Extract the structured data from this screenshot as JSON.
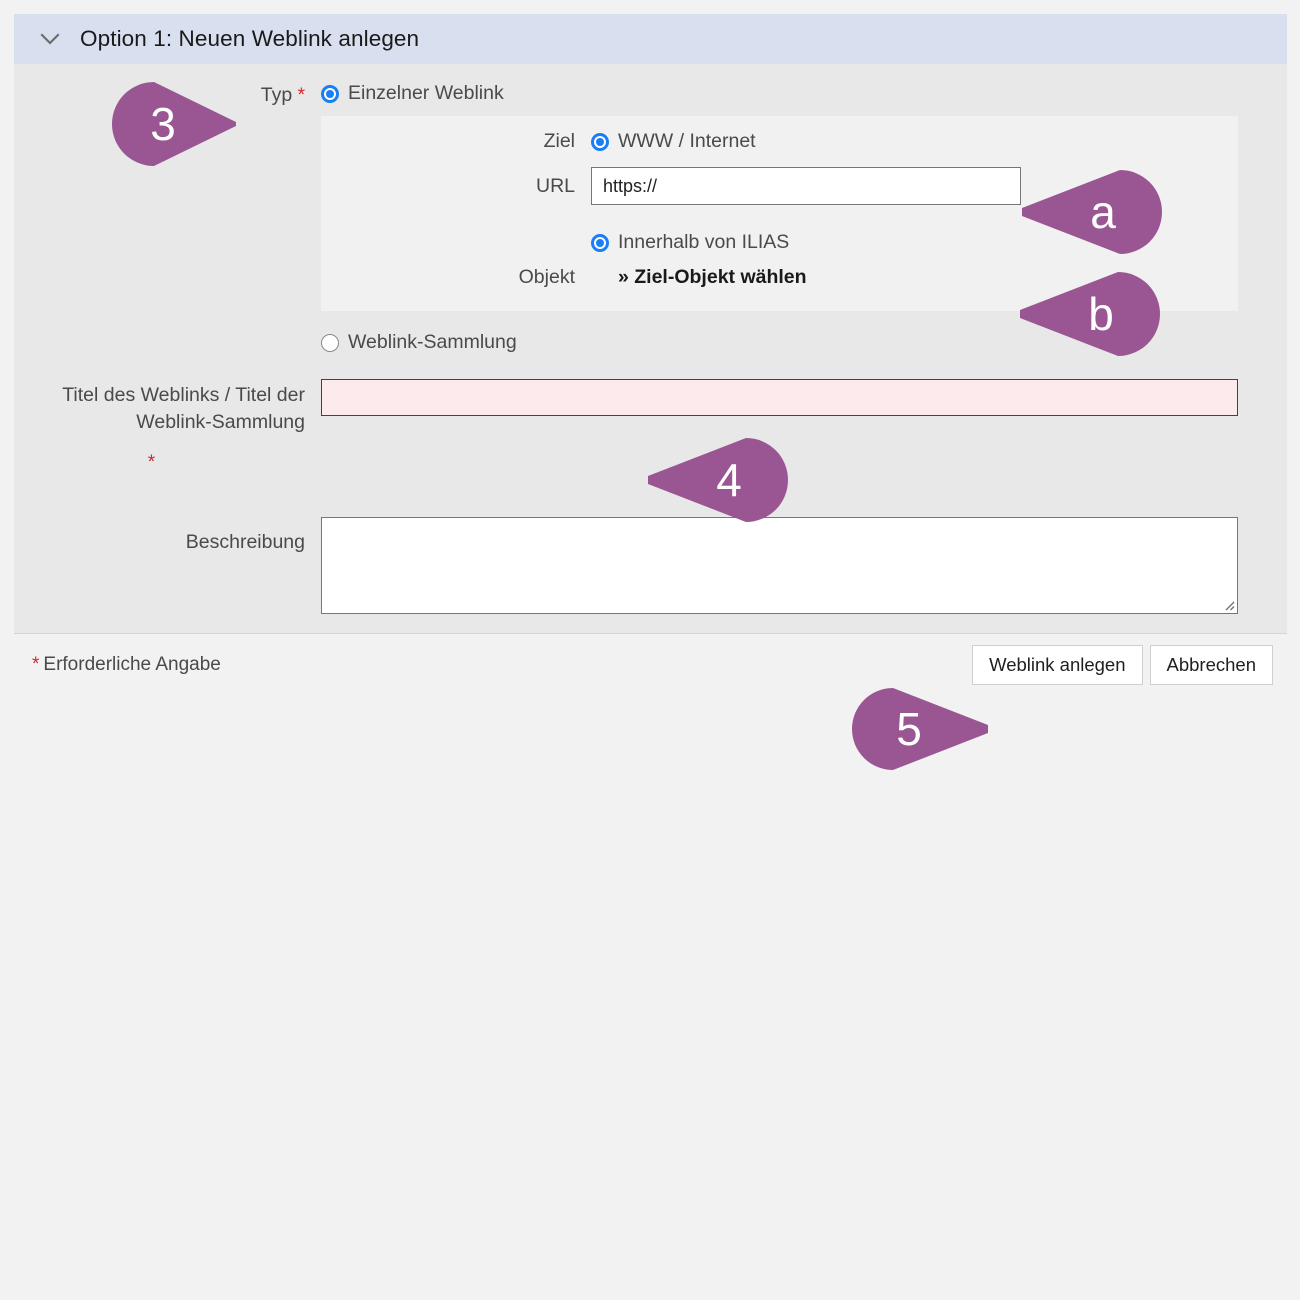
{
  "panel": {
    "collapse_icon": "chevron-down-icon",
    "title": "Option 1: Neuen Weblink anlegen"
  },
  "form": {
    "typ": {
      "label": "Typ",
      "required_mark": "*",
      "options": [
        {
          "label": "Einzelner Weblink",
          "selected": true
        },
        {
          "label": "Weblink-Sammlung",
          "selected": false
        }
      ]
    },
    "ziel": {
      "label": "Ziel",
      "options": [
        {
          "label": "WWW / Internet",
          "selected": true
        },
        {
          "label": "Innerhalb von ILIAS",
          "selected": true
        }
      ]
    },
    "url": {
      "label": "URL",
      "value": "https://",
      "placeholder": ""
    },
    "objekt": {
      "label": "Objekt",
      "link_text": "» Ziel-Objekt wählen"
    },
    "titel": {
      "label": "Titel des Weblinks / Titel der Weblink-Sammlung",
      "required_mark": "*",
      "value": "",
      "placeholder": "",
      "state": "error"
    },
    "beschreibung": {
      "label": "Beschreibung",
      "value": "",
      "placeholder": ""
    }
  },
  "footer": {
    "required_mark": "*",
    "note": "Erforderliche Angabe",
    "submit_label": "Weblink anlegen",
    "cancel_label": "Abbrechen"
  },
  "callouts": [
    {
      "id": "3",
      "text": "3",
      "direction": "right"
    },
    {
      "id": "a",
      "text": "a",
      "direction": "left"
    },
    {
      "id": "b",
      "text": "b",
      "direction": "left"
    },
    {
      "id": "4",
      "text": "4",
      "direction": "left"
    },
    {
      "id": "5",
      "text": "5",
      "direction": "right"
    }
  ],
  "colors": {
    "callout_purple": "#9a5693",
    "header_blue": "#d8dfee",
    "panel_gray": "#e8e8e8",
    "subpanel_gray": "#f1f1f1",
    "page_gray": "#f2f2f2",
    "radio_blue": "#1a7ef5",
    "error_red": "#d0021b",
    "error_bg": "#fdeaec",
    "required_red": "#d9232d"
  }
}
